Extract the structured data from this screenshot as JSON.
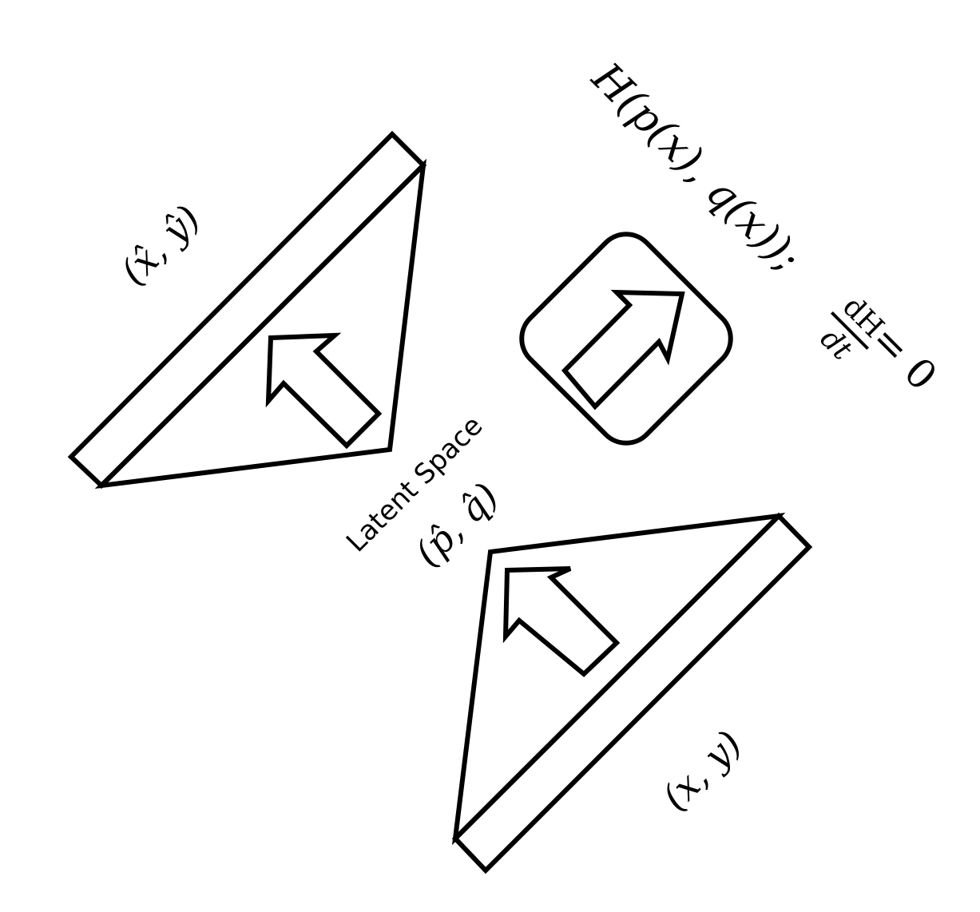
{
  "diagram": {
    "decoder_output_label": "(x̂, ŷ)",
    "input_label": "(x, y)",
    "latent_title": "Latent Space",
    "latent_vars": "(p̂, q̂)",
    "hamiltonian_lhs": "H(p(x), q(x));",
    "derivative_numerator": "dH",
    "derivative_denominator": "dt",
    "equals_zero": "= 0",
    "stroke_color": "#000000",
    "background_color": "#ffffff",
    "icons": [
      "arrow-icon",
      "arrow-icon",
      "arrow-icon"
    ]
  }
}
